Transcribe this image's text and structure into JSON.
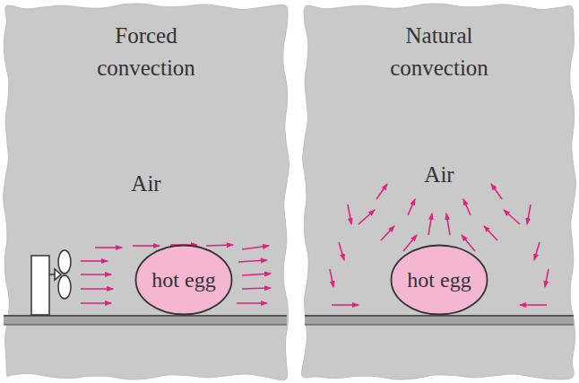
{
  "diagram": {
    "nodes": [
      {
        "text": [
          "Forced convection",
          "Air"
        ]
      },
      {
        "text": [
          "hot egg"
        ],
        "in": 0
      },
      {
        "text": [
          "Natural convection",
          "Air"
        ]
      },
      {
        "text": [
          "hot egg"
        ],
        "in": 2
      }
    ]
  }
}
